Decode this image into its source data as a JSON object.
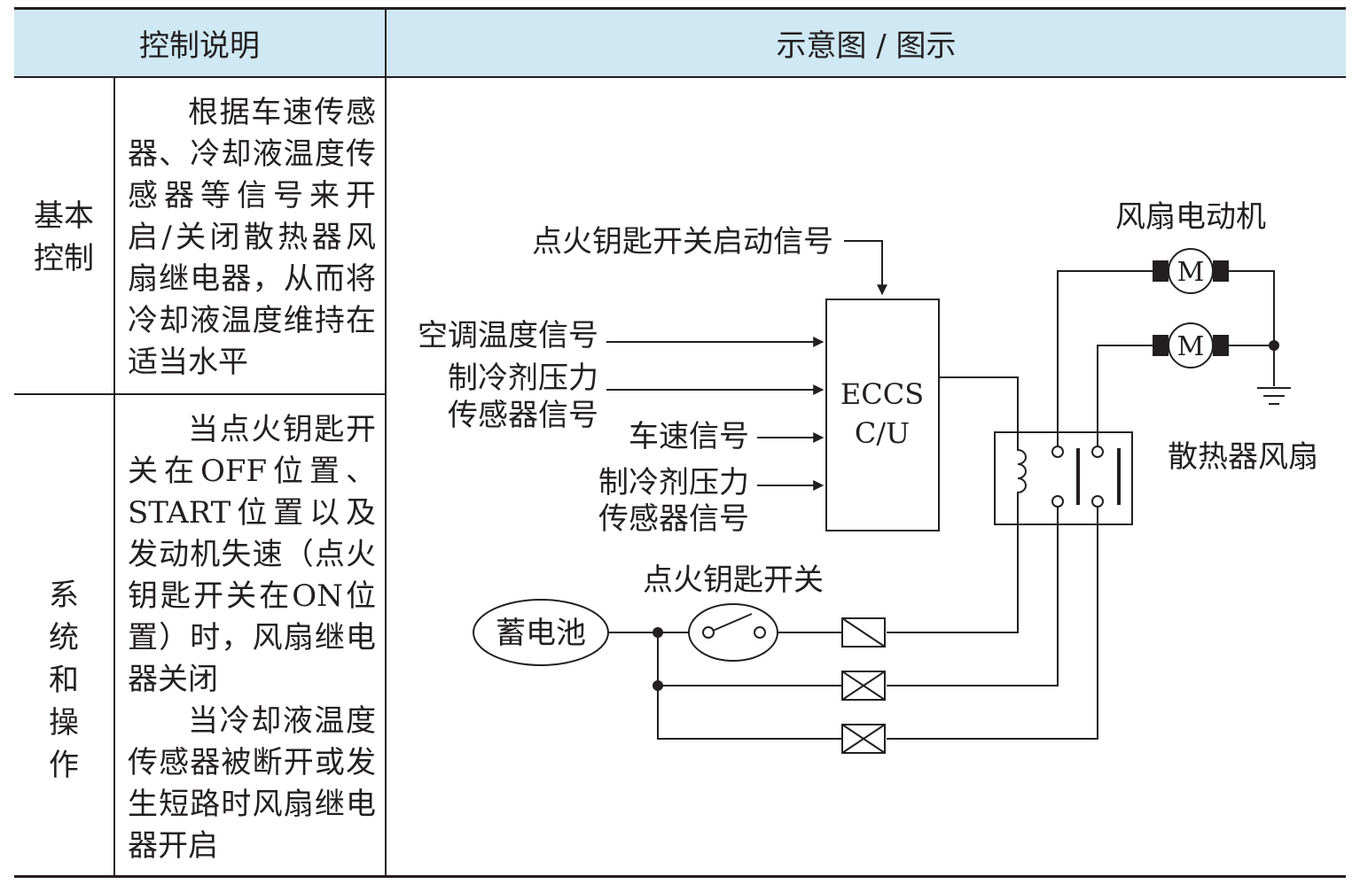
{
  "table": {
    "header": {
      "col1": "控制说明",
      "col2": "示意图 / 图示"
    },
    "rows": [
      {
        "label": "基本控制",
        "description": "根据车速传感器、冷却液温度传感器等信号来开启/关闭散热器风扇继电器，从而将冷却液温度维持在适当水平"
      },
      {
        "label": "系统和操作",
        "description_1": "当点火钥匙开关在OFF位置、START位置以及发动机失速（点火钥匙开关在ON位置）时，风扇继电器关闭",
        "description_2": "当冷却液温度传感器被断开或发生短路时风扇继电器开启"
      }
    ]
  },
  "diagram": {
    "ignition_start_signal": "点火钥匙开关启动信号",
    "ac_temp_signal": "空调温度信号",
    "refrigerant_pressure_signal_1": {
      "line1": "制冷剂压力",
      "line2": "传感器信号"
    },
    "vehicle_speed_signal": "车速信号",
    "refrigerant_pressure_signal_2": {
      "line1": "制冷剂压力",
      "line2": "传感器信号"
    },
    "ecu": {
      "line1": "ECCS",
      "line2": "C/U"
    },
    "fan_motor_label": "风扇电动机",
    "motor_symbol": "M",
    "radiator_fan_label": "散热器风扇",
    "ignition_switch_label": "点火钥匙开关",
    "battery_label": "蓄电池"
  }
}
